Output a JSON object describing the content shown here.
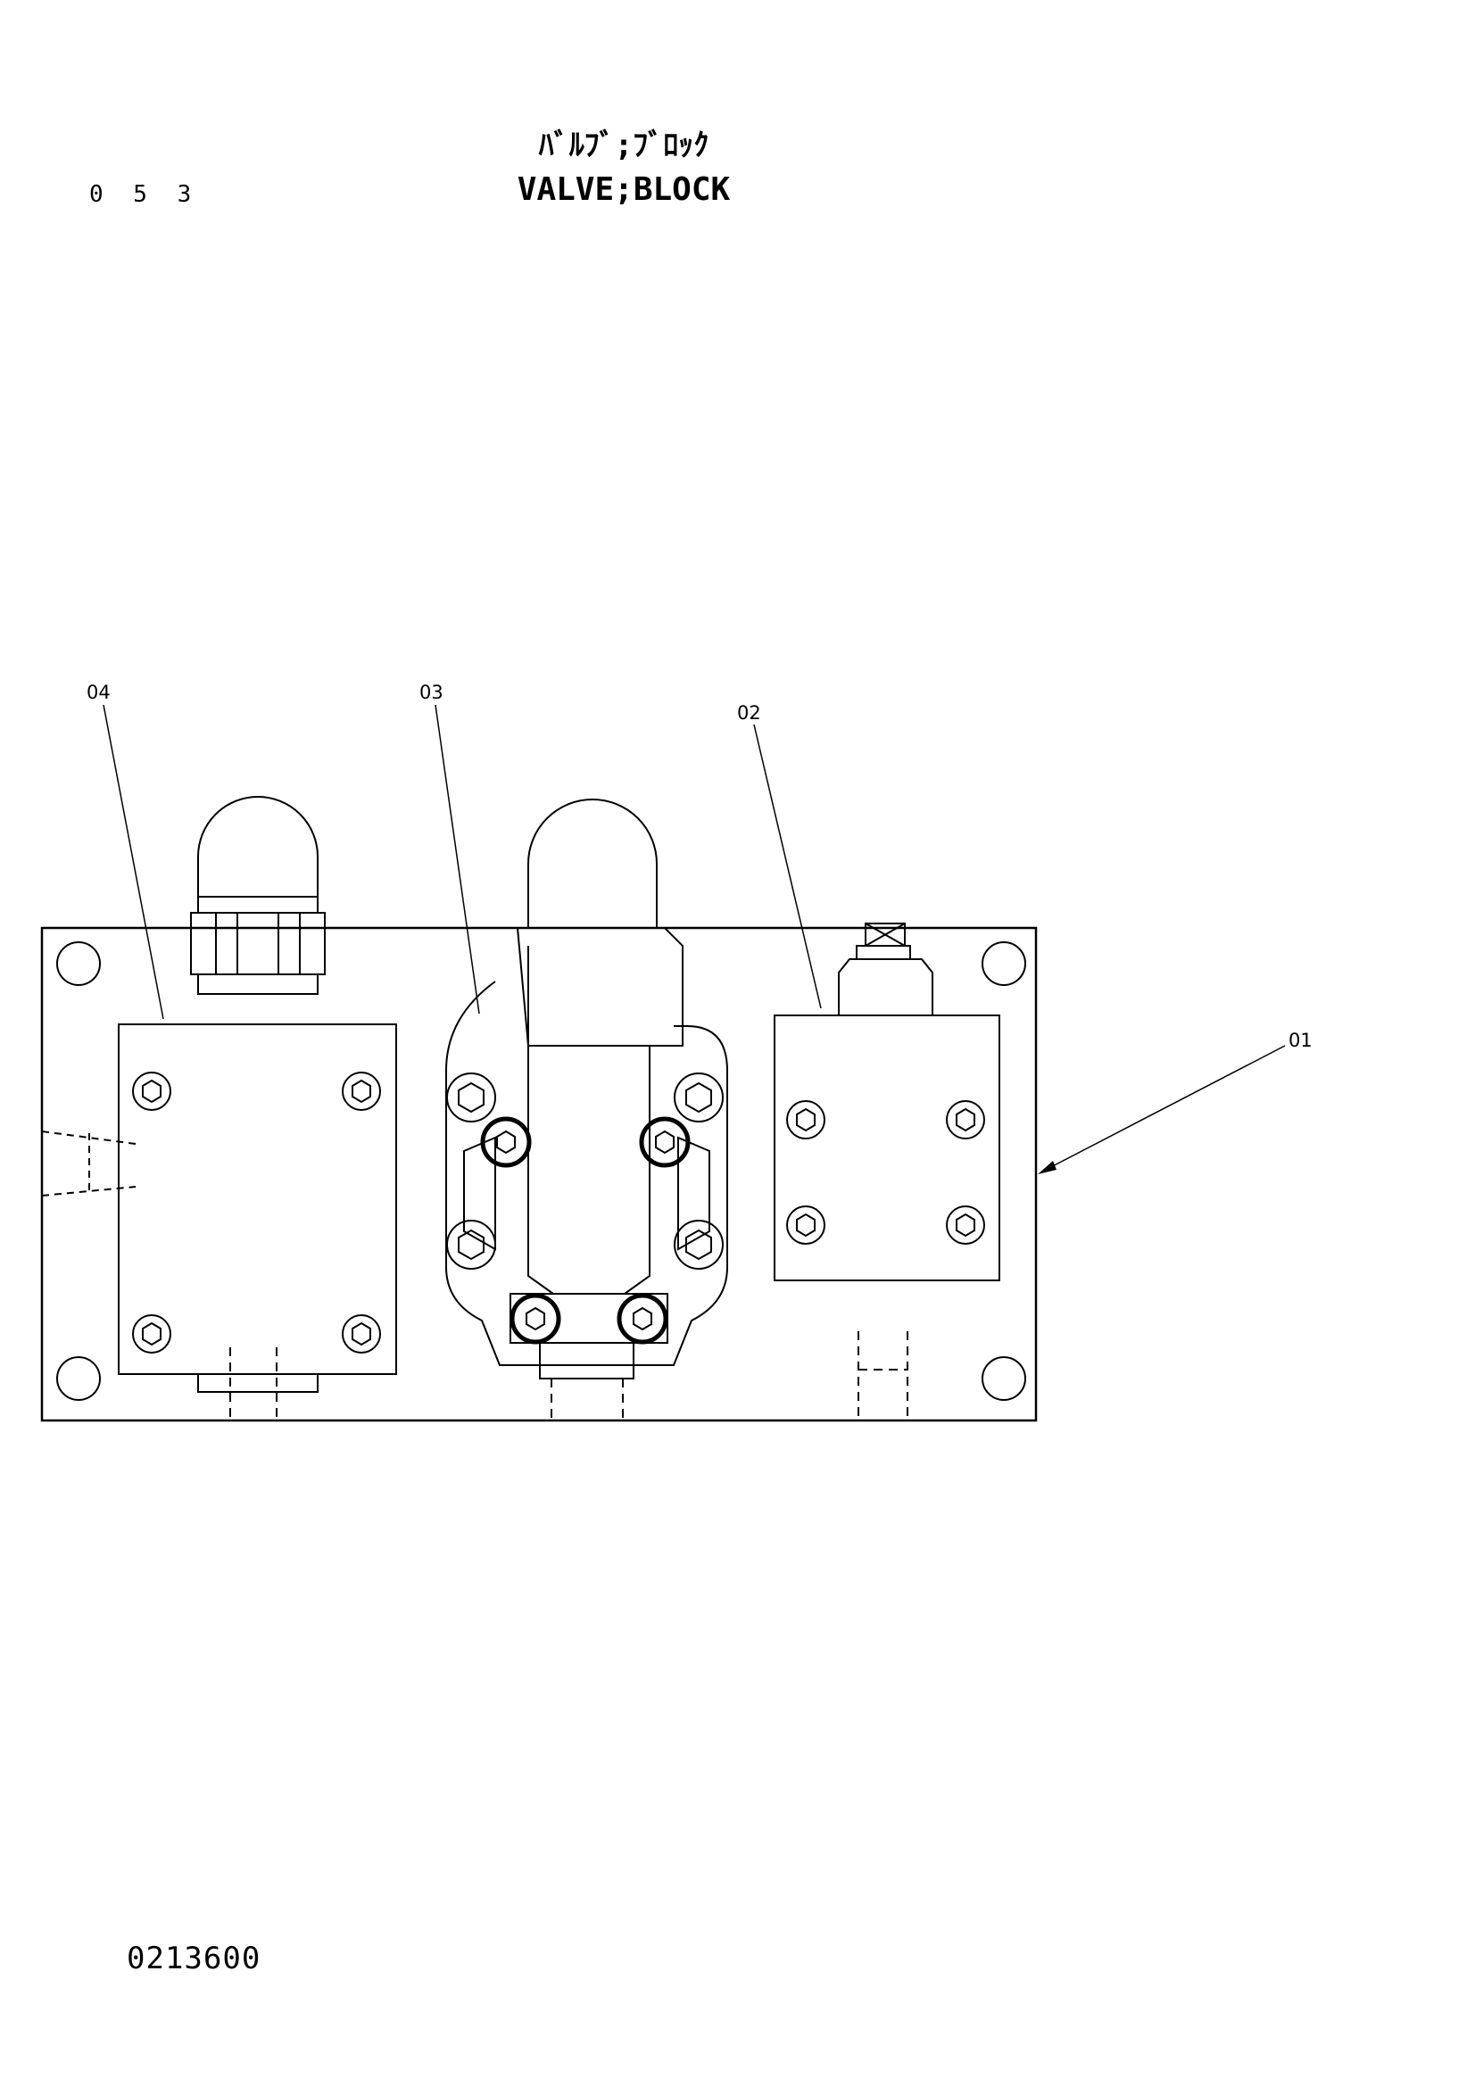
{
  "header": {
    "page_number": "0 5 3",
    "title_jp": "ﾊﾞﾙﾌﾞ;ﾌﾞﾛｯｸ",
    "title_en": "VALVE;BLOCK"
  },
  "callouts": [
    "04",
    "03",
    "02",
    "01"
  ],
  "footer": {
    "drawing_number": "0213600"
  }
}
